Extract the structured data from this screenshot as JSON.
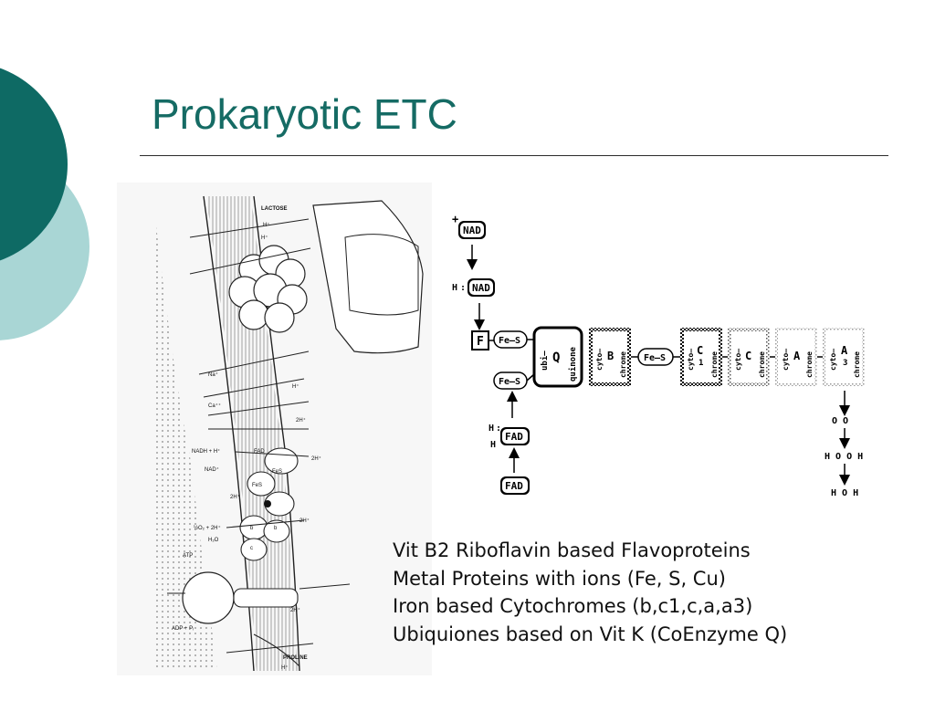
{
  "slide": {
    "title": "Prokaryotic ETC",
    "colors": {
      "title": "#156b64",
      "dark_teal": "#0e6a64",
      "light_teal": "#a9d6d5"
    }
  },
  "membrane_figure": {
    "labels": {
      "lactose": "LACTOSE",
      "h_plus": "H⁺",
      "na_plus": "Na⁺",
      "ca_plus": "Ca⁺⁺",
      "two_h_plus": "2H⁺",
      "nadh": "NADH + H⁺",
      "fad": "FAD",
      "nad_plus": "NAD⁺",
      "fes": "FeS",
      "b": "b",
      "c": "c",
      "o2": "½O₂ + 2H⁺",
      "h2o": "H₂O",
      "atp": "ATP",
      "adp": "ADP + Pᵢ",
      "proline": "PROLINE"
    }
  },
  "chain_figure": {
    "nad": "NAD",
    "h": "H",
    "f": "F",
    "fe_s": "Fe–S",
    "fad": "FAD",
    "q": "Q",
    "ubi": "ubi–",
    "quinone": "quinone",
    "cyto": "cyto–",
    "chrome": "chrome",
    "b": "B",
    "c1": "C",
    "c1_sub": "1",
    "c": "C",
    "a": "A",
    "a3": "A",
    "a3_sub": "3",
    "oo": "O O",
    "hooh": "H O O H",
    "hoh": "H O H"
  },
  "bullets": [
    "Vit B2 Riboflavin based Flavoproteins",
    "Metal Proteins with ions (Fe, S, Cu)",
    "Iron based Cytochromes (b,c1,c,a,a3)",
    "Ubiquiones based on Vit K (CoEnzyme Q)"
  ]
}
